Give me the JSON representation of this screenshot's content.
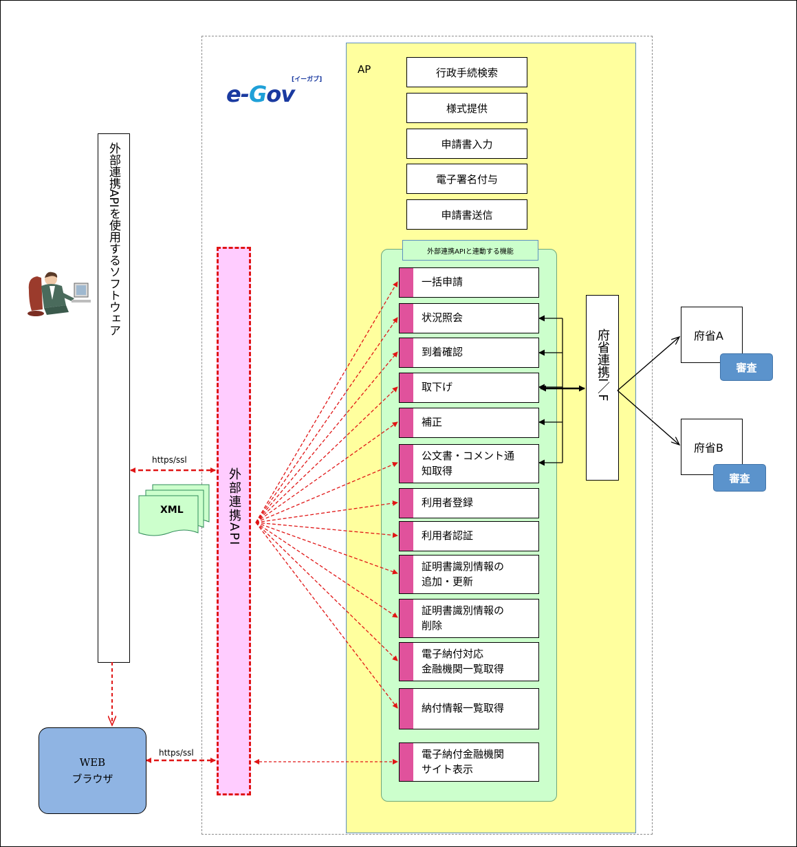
{
  "logo": {
    "text_e": "e-",
    "text_g": "G",
    "text_ov": "ov",
    "subtitle": "[イーガブ]"
  },
  "ap_label": "AP",
  "ap_functions": [
    "行政手続検索",
    "様式提供",
    "申請書入力",
    "電子署名付与",
    "申請書送信"
  ],
  "external_api_section_title": "外部連携APIと連動する機能",
  "api_functions": [
    "一括申請",
    "状況照会",
    "到着確認",
    "取下げ",
    "補正",
    "公文書・コメント通\n知取得",
    "利用者登録",
    "利用者認証",
    "証明書識別情報の\n追加・更新",
    "証明書識別情報の\n削除",
    "電子納付対応\n金融機関一覧取得",
    "納付情報一覧取得",
    "電子納付金融機関\nサイト表示"
  ],
  "software_label": "外部連携APIを使用するソフトウェア",
  "external_api_label": "外部連携API",
  "ministry_if_label": "府省連携I／F",
  "ministries": [
    {
      "name": "府省A",
      "review": "審査"
    },
    {
      "name": "府省B",
      "review": "審査"
    }
  ],
  "browser": {
    "line1": "WEB",
    "line2": "ブラウザ"
  },
  "https_label_1": "https/ssl",
  "https_label_2": "https/ssl",
  "xml_label": "XML",
  "colors": {
    "ap_background": "#ffff9e",
    "api_panel": "#ccffcc",
    "api_marker": "#e0529c",
    "external_api": "#ffccff",
    "arrow_red": "#e01515",
    "review_badge": "#5b93cc",
    "browser": "#8fb4e3"
  }
}
